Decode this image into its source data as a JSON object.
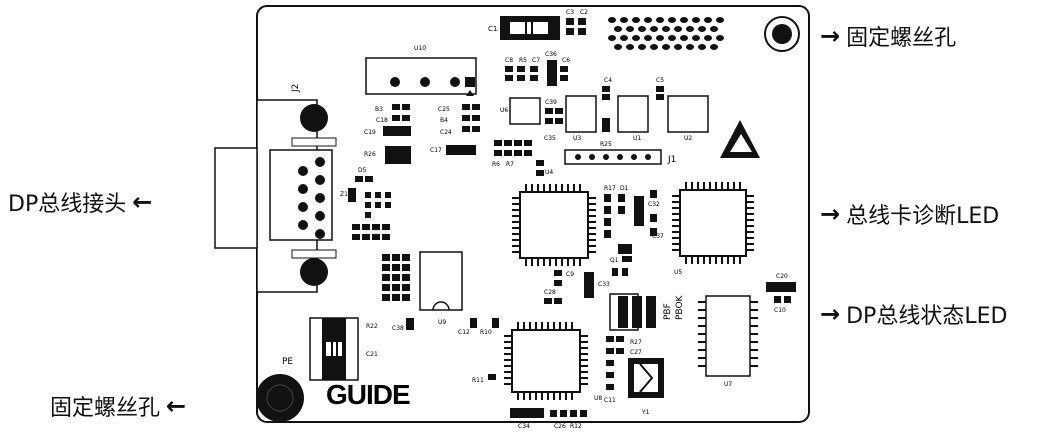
{
  "labels": {
    "top_right_hole": "固定螺丝孔",
    "bottom_left_hole": "固定螺丝孔",
    "dp_connector": "DP总线接头",
    "card_diag_led": "总线卡诊断LED",
    "dp_status_led": "DP总线状态LED"
  },
  "arrows": {
    "right": "→",
    "left": "←"
  },
  "board": {
    "logo": "GUIDE",
    "pe": "PE",
    "j1": "J1",
    "j2": "J2",
    "u10": "U10",
    "u1": "U1",
    "u2": "U2",
    "u3": "U3",
    "u4": "U4",
    "u5": "U5",
    "u6": "U6",
    "u7": "U7",
    "u8": "U8",
    "u9": "U9",
    "y1": "Y1",
    "pbf": "PBF",
    "pbok": "PBOK",
    "c1": "C1",
    "c2": "C2",
    "c3": "C3",
    "c4": "C4",
    "c5": "C5",
    "c6": "C6",
    "c7": "C7",
    "c8": "C8",
    "c9": "C9",
    "c10": "C10",
    "c11": "C11",
    "c12": "C12",
    "c17": "C17",
    "c18": "C18",
    "c19": "C19",
    "c20": "C20",
    "c21": "C21",
    "c24": "C24",
    "c25": "C25",
    "c26": "C26",
    "c27": "C27",
    "c28": "C28",
    "c32": "C32",
    "c33": "C33",
    "c34": "C34",
    "c35": "C35",
    "c36": "C36",
    "c37": "C37",
    "c38": "C38",
    "c39": "C39",
    "r5": "R5",
    "r6": "R6",
    "r7": "R7",
    "r10": "R10",
    "r11": "R11",
    "r12": "R12",
    "r17": "R17",
    "r22": "R22",
    "r25": "R25",
    "r26": "R26",
    "r27": "R27",
    "d1": "D1",
    "d5": "D5",
    "z1": "Z1",
    "q1": "Q1",
    "b3": "B3",
    "b4": "B4"
  }
}
